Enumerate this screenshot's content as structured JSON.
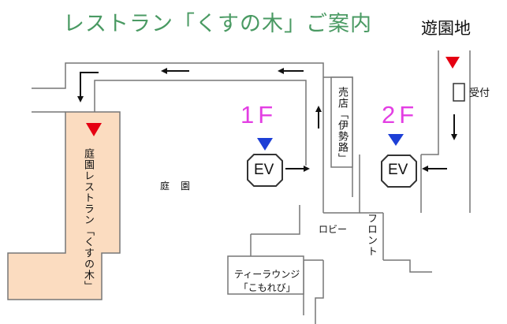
{
  "title": "レストラン「くすの木」ご案内",
  "entrance_label": "遊園地",
  "floors": {
    "first": "1F",
    "second": "2F"
  },
  "elevator": {
    "first": "EV",
    "second": "EV"
  },
  "areas": {
    "shop": "売店「伊勢路」",
    "restaurant": "庭園レストラン「くすの木」",
    "garden": "庭園",
    "front": "フロント",
    "lobby": "ロビー",
    "lounge_line1": "ティーラウンジ",
    "lounge_line2": "「こもれび」",
    "reception": "受付"
  },
  "colors": {
    "title": "#4a9a63",
    "floor_label": "#e33ee3",
    "restaurant_fill": "#fbdcc0",
    "red_marker": "#e50012",
    "blue_marker": "#1d3fd6"
  }
}
